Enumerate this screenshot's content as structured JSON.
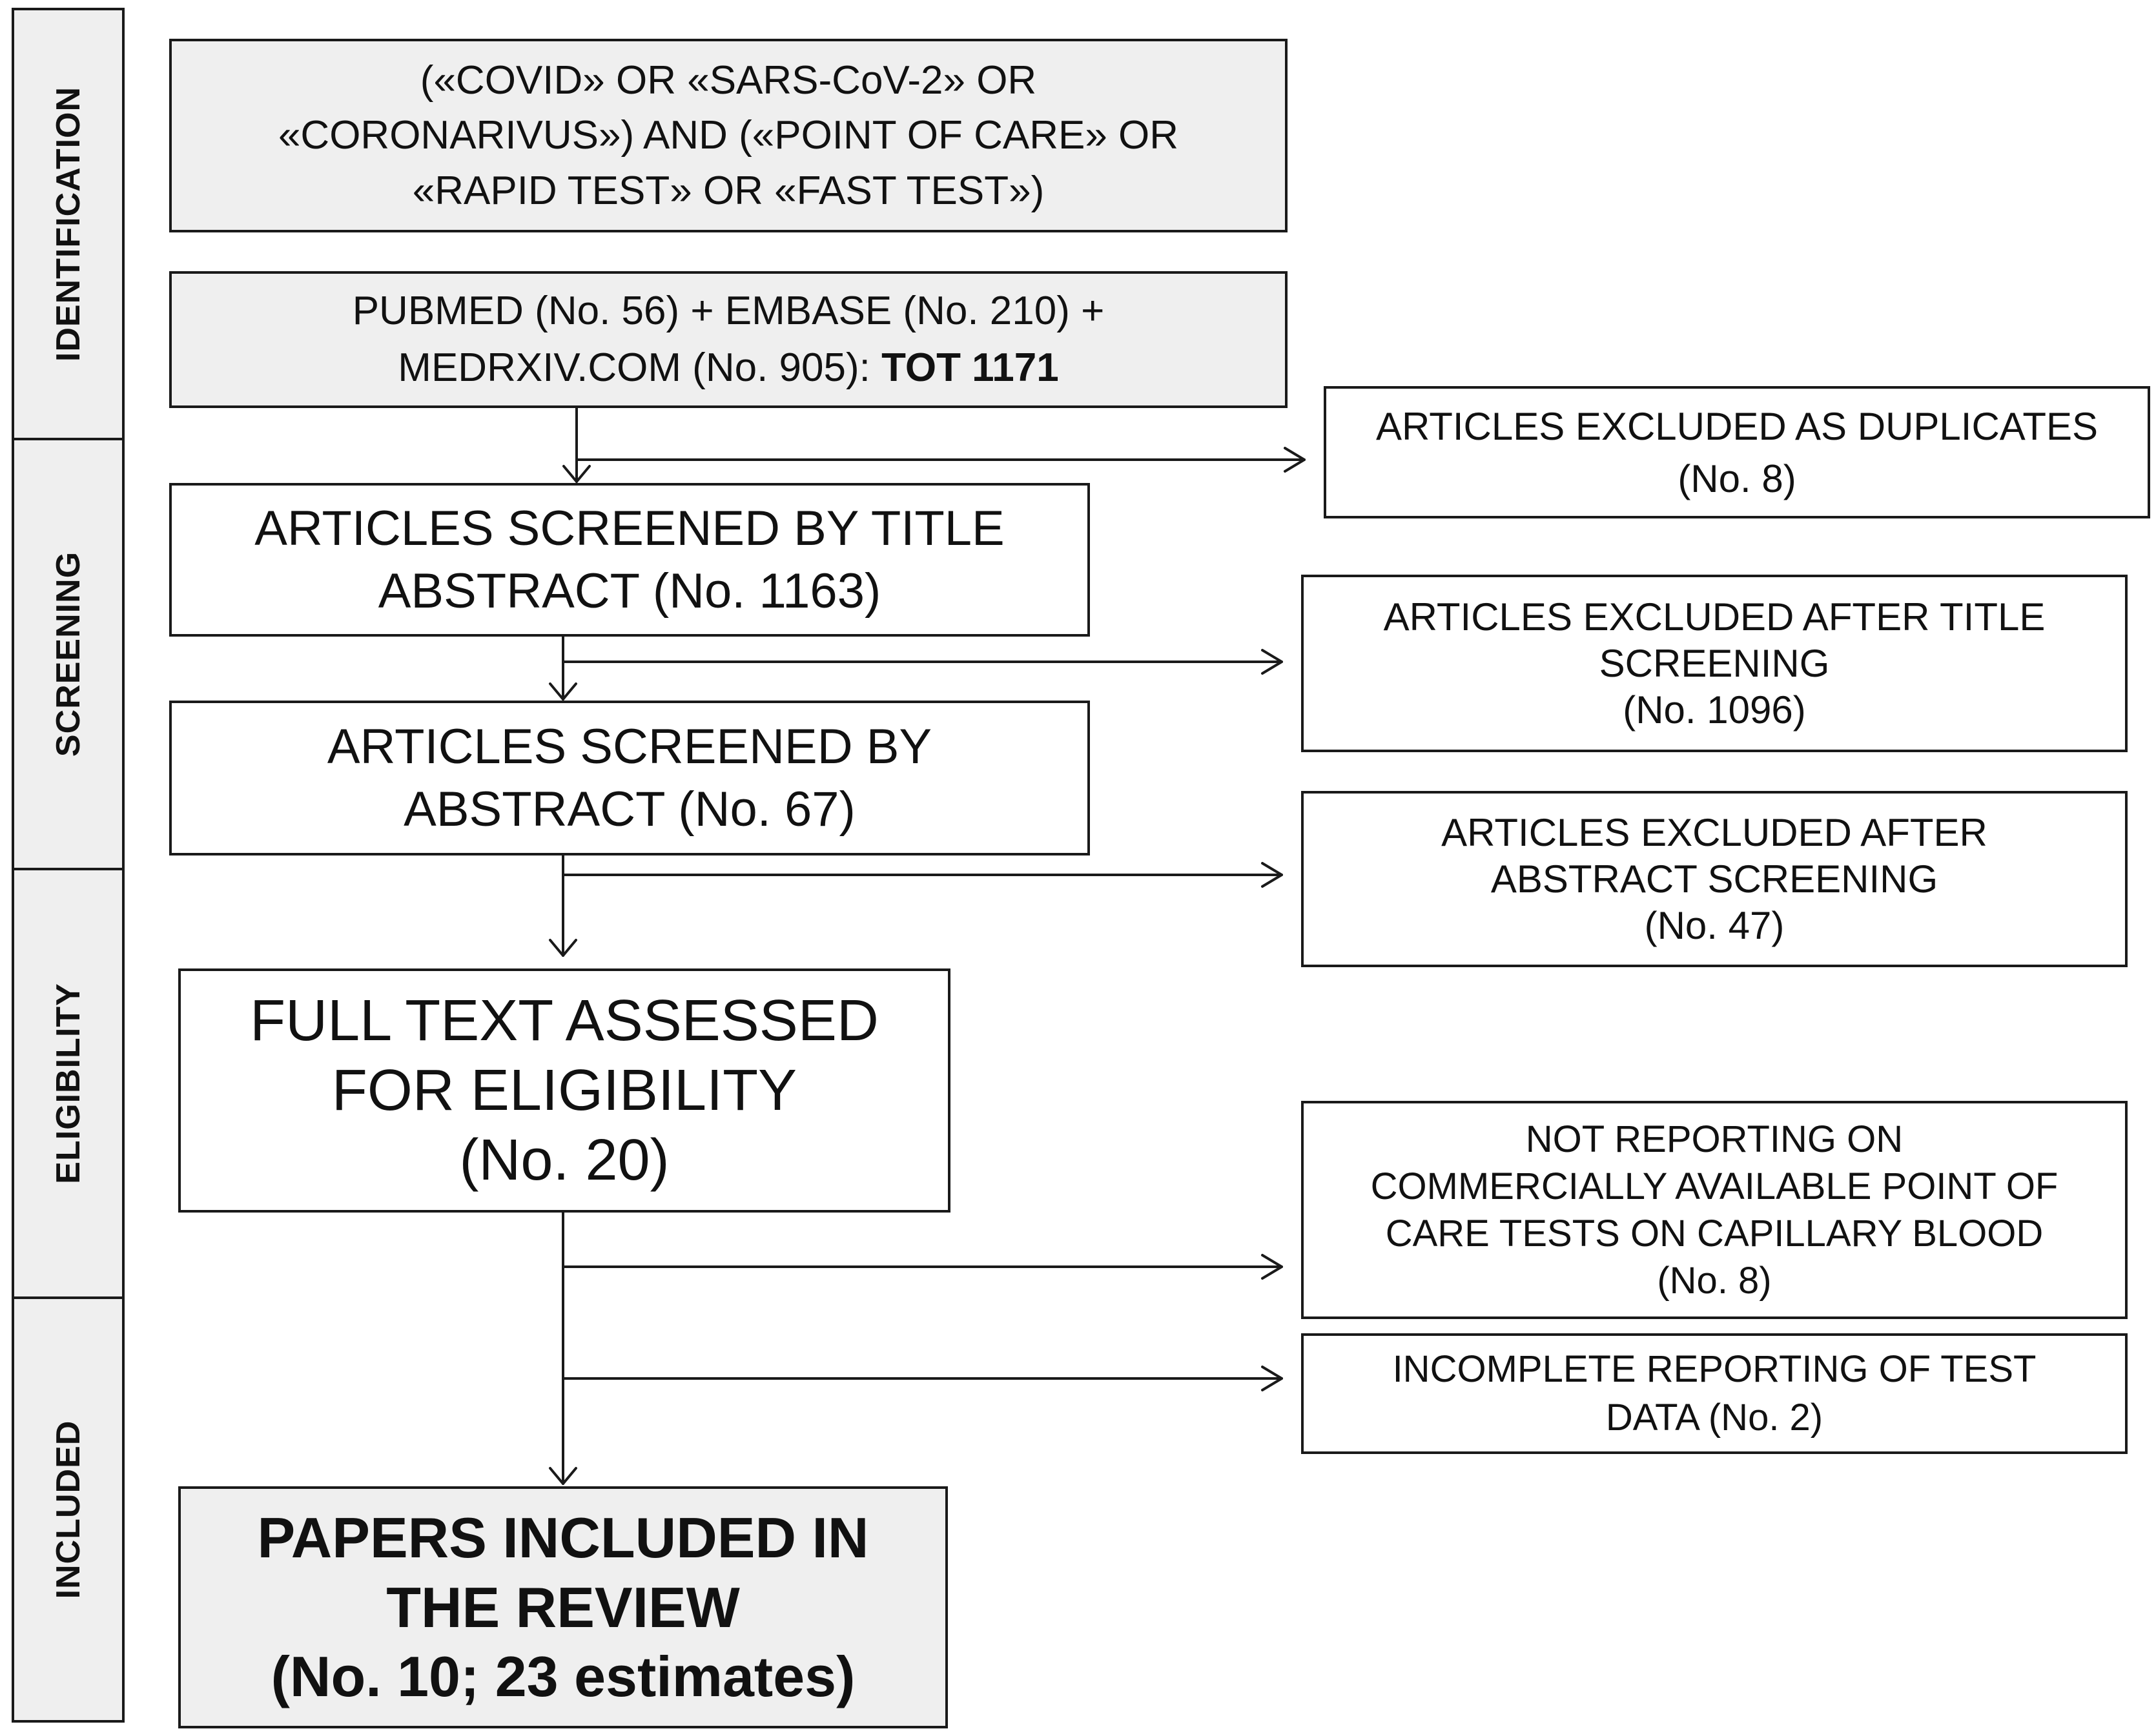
{
  "stages": [
    "IDENTIFICATION",
    "SCREENING",
    "ELIGIBILITY",
    "INCLUDED"
  ],
  "search_query": "(«COVID» OR «SARS-CoV-2» OR\n«CORONARIVUS») AND («POINT OF CARE» OR\n«RAPID TEST» OR «FAST TEST»)",
  "databases": {
    "line1": "PUBMED (No. 56) + EMBASE  (No. 210) +",
    "line2": "MEDRXIV.COM (No. 905): ",
    "total": "TOT 1171"
  },
  "excluded_duplicates": "ARTICLES EXCLUDED AS DUPLICATES\n(No. 8)",
  "screened_title": "ARTICLES SCREENED BY TITLE\nABSTRACT (No. 1163)",
  "excluded_title": "ARTICLES EXCLUDED AFTER TITLE\nSCREENING\n(No. 1096)",
  "screened_abstract": "ARTICLES SCREENED BY\nABSTRACT (No. 67)",
  "excluded_abstract": "ARTICLES EXCLUDED AFTER\nABSTRACT SCREENING\n(No. 47)",
  "full_text": "FULL TEXT ASSESSED\nFOR ELIGIBILITY\n(No. 20)",
  "excluded_not_reporting": "NOT REPORTING ON\nCOMMERCIALLY AVAILABLE POINT OF\nCARE TESTS ON CAPILLARY BLOOD\n(No. 8)",
  "excluded_incomplete": "INCOMPLETE REPORTING OF TEST\nDATA (No. 2)",
  "included": "PAPERS INCLUDED IN\nTHE REVIEW\n(No. 10; 23 estimates)"
}
